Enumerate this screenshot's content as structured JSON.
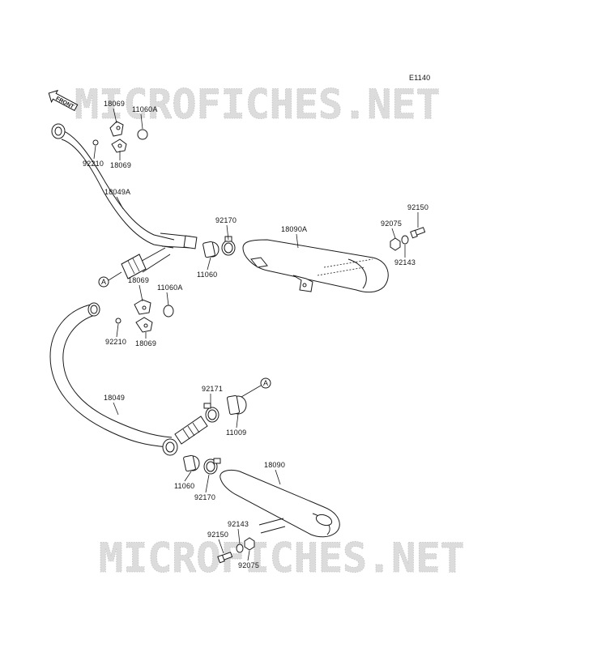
{
  "diagram": {
    "code": "E1140",
    "front_label": "FRONT",
    "watermark": "MICROFICHES.NET",
    "callout_ref": "A",
    "parts": {
      "clamp_upper_a": "18069",
      "clamp_upper_b": "18069",
      "gasket_upper": "11060A",
      "nut_upper": "92210",
      "pipe_upper": "18049A",
      "clamp_mid_upper": "92170",
      "muffler_upper": "18090A",
      "nut_muffler_upper": "92075",
      "bolt_muffler_upper": "92150",
      "washer_muffler_upper": "92143",
      "gasket_mid_upper": "11060",
      "clamp_lower_a": "18069",
      "clamp_lower_b": "18069",
      "gasket_lower": "11060A",
      "nut_lower": "92210",
      "pipe_lower": "18049",
      "clamp_link": "92171",
      "gasket_link": "11009",
      "gasket_mid_lower": "11060",
      "clamp_mid_lower": "92170",
      "muffler_lower": "18090",
      "washer_muffler_lower": "92143",
      "bolt_muffler_lower": "92150",
      "nut_muffler_lower": "92075"
    }
  }
}
